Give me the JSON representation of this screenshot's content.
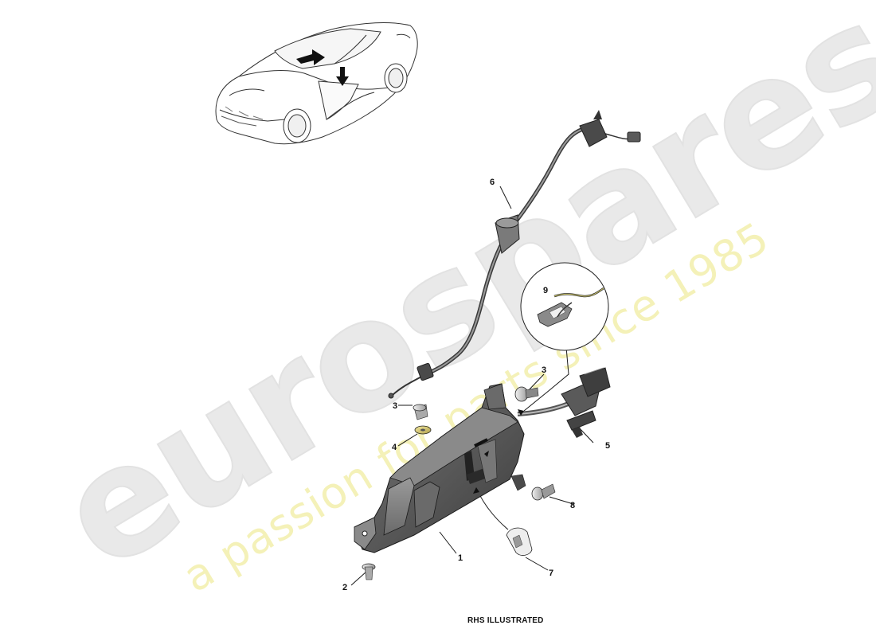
{
  "watermark": {
    "brand": "eurospares",
    "tagline": "a passion for parts since 1985"
  },
  "caption": "RHS ILLUSTRATED",
  "callouts": [
    {
      "id": "c1",
      "label": "1"
    },
    {
      "id": "c2",
      "label": "2"
    },
    {
      "id": "c3a",
      "label": "3"
    },
    {
      "id": "c3b",
      "label": "3"
    },
    {
      "id": "c4",
      "label": "4"
    },
    {
      "id": "c5",
      "label": "5"
    },
    {
      "id": "c6",
      "label": "6"
    },
    {
      "id": "c7",
      "label": "7"
    },
    {
      "id": "c8",
      "label": "8"
    },
    {
      "id": "c9",
      "label": "9"
    }
  ]
}
